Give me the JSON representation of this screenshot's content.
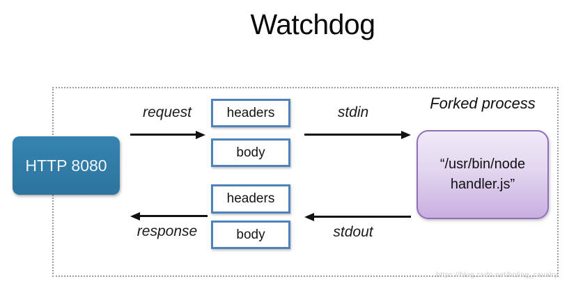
{
  "title": "Watchdog",
  "watermark": "https://blog.csdn.net/boling_cavalry",
  "diagram": {
    "http_box": {
      "label": "HTTP 8080"
    },
    "forked_process_label": "Forked process",
    "process_box": {
      "line1": "“/usr/bin/node",
      "line2": "handler.js”"
    },
    "request_flow": {
      "arrow_label": "request",
      "headers_box": "headers",
      "body_box": "body",
      "stdin_label": "stdin"
    },
    "response_flow": {
      "arrow_label": "response",
      "headers_box": "headers",
      "body_box": "body",
      "stdout_label": "stdout"
    },
    "colors": {
      "http_box_fill": "#2E7BA6",
      "message_box_border": "#4F81BD",
      "process_box_border": "#8E6FB8",
      "process_box_fill_top": "#F0EAF8",
      "process_box_fill_bottom": "#C9AEE0",
      "arrow": "#111111",
      "dotted_border": "#9A9A9A"
    }
  }
}
